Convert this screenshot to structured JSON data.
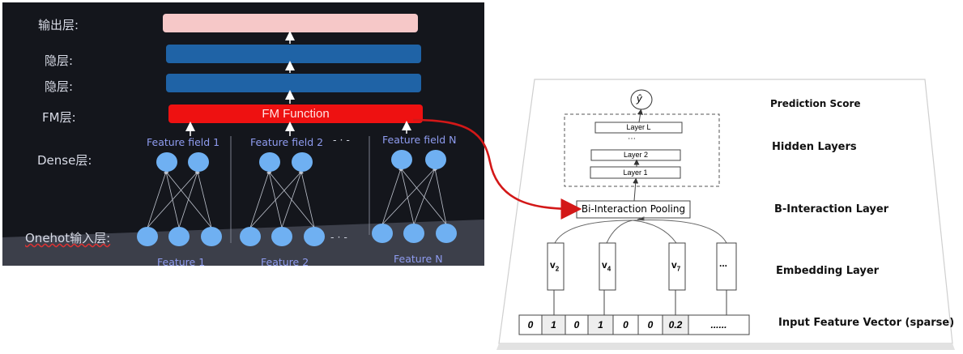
{
  "left_panel": {
    "layer_labels": {
      "output": "输出层:",
      "hidden1": "隐层:",
      "hidden2": "隐层:",
      "fm": "FM层:",
      "dense": "Dense层:",
      "onehot": "Onehot输入层:"
    },
    "fm_function": "FM Function",
    "field_labels": [
      "Feature field 1",
      "Feature field 2",
      "Feature field N"
    ],
    "feature_labels": [
      "Feature 1",
      "Feature 2",
      "Feature N"
    ],
    "ellipsis": "- · -",
    "colors": {
      "background": "#14161c",
      "output_bar": "#f6c8c8",
      "hidden_bar": "#1f63a6",
      "fm_bar": "#ee1111",
      "node": "#6fb0f2"
    }
  },
  "right_panel": {
    "prediction_symbol": "ŷ",
    "hidden_layers": [
      "Layer L",
      "Layer 2",
      "Layer 1"
    ],
    "dots": "⋯",
    "bi_interaction": "Bi-Interaction Pooling",
    "embeddings": [
      {
        "base": "v",
        "sub": "2"
      },
      {
        "base": "v",
        "sub": "4"
      },
      {
        "base": "v",
        "sub": "7"
      },
      {
        "base": "...",
        "sub": ""
      }
    ],
    "input_values": [
      "0",
      "1",
      "0",
      "1",
      "0",
      "0",
      "0.2",
      "......"
    ],
    "labels": {
      "prediction": "Prediction Score",
      "hidden": "Hidden Layers",
      "bi": "B-Interaction Layer",
      "embedding": "Embedding Layer",
      "input": "Input Feature Vector (sparse)"
    },
    "colors": {
      "connector_arrow": "#d31818"
    }
  }
}
